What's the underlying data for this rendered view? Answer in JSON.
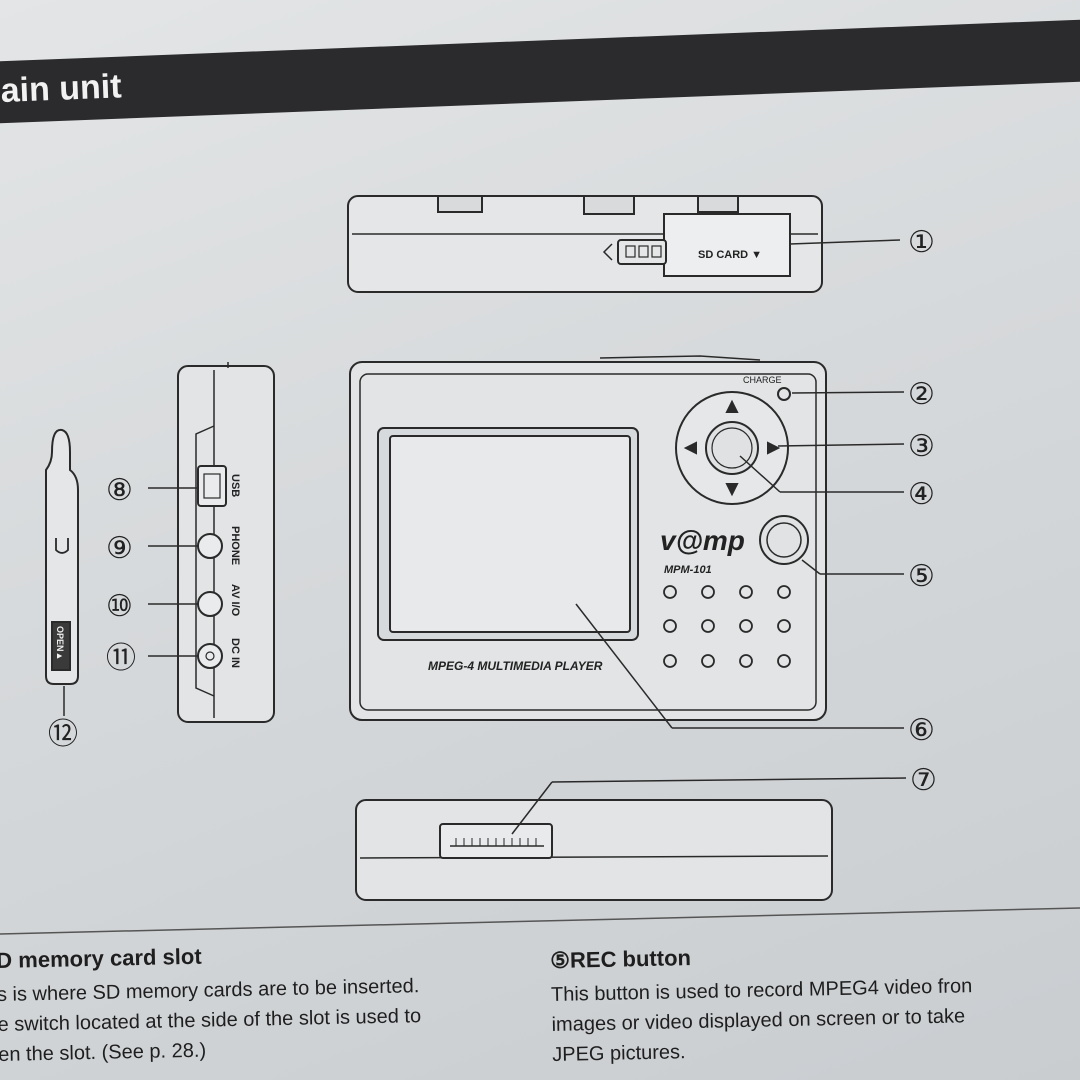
{
  "section": {
    "title": "ain unit"
  },
  "device": {
    "sd_label": "SD CARD ▼",
    "charge_label": "CHARGE",
    "brand": "v@mp",
    "model": "MPM-101",
    "player_label": "MPEG-4 MULTIMEDIA PLAYER",
    "port_usb": "USB",
    "port_phone": "PHONE",
    "port_av": "AV I/O",
    "port_dc": "DC IN",
    "open_label": "OPEN▲"
  },
  "callouts": {
    "c1": "①",
    "c2": "②",
    "c3": "③",
    "c4": "④",
    "c5": "⑤",
    "c6": "⑥",
    "c7": "⑦",
    "c8": "⑧",
    "c9": "⑨",
    "c10": "⑩",
    "c11": "⑪",
    "c12": "⑫"
  },
  "descriptions": {
    "left": {
      "heading": "D memory card slot",
      "lines": [
        "s is where SD memory cards are to be inserted.",
        "e switch located at the side of the slot is used to",
        "en the slot. (See p. 28.)"
      ]
    },
    "right": {
      "heading": "⑤REC button",
      "lines": [
        "This button is used to record MPEG4 video fron",
        "images or video displayed on screen or to take",
        "JPEG pictures."
      ]
    }
  }
}
